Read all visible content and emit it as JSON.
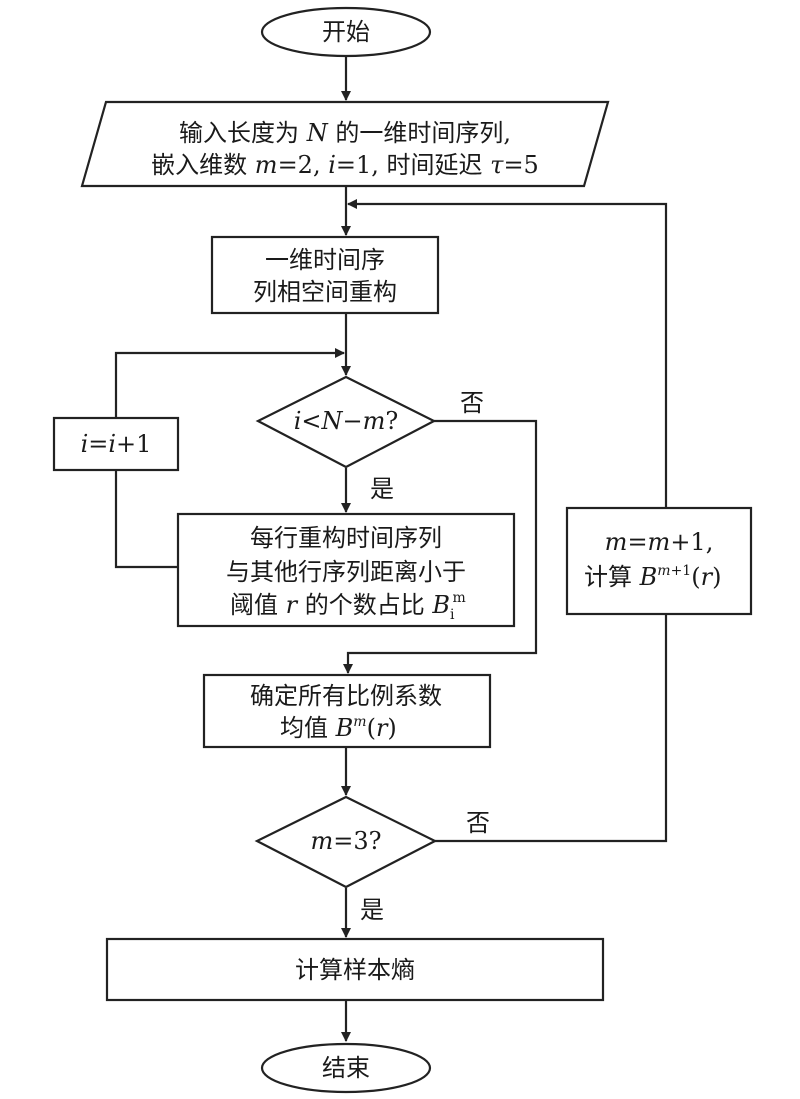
{
  "start": {
    "label": "开始"
  },
  "input": {
    "line1_pre": "输入长度为 ",
    "line1_var": "N",
    "line1_post": " 的一维时间序列,",
    "line2_a": "嵌入维数 ",
    "line2_m": "m",
    "line2_b": "=2, ",
    "line2_i": "i",
    "line2_c": "=1, 时间延迟 ",
    "line2_tau": "τ",
    "line2_d": "=5"
  },
  "reconstruct": {
    "line1": "一维时间序",
    "line2": "列相空间重构"
  },
  "decision1": {
    "i": "i",
    "lt": "<",
    "N": "N",
    "minus": "−",
    "m": "m",
    "q": "?"
  },
  "increment": {
    "i1": "i",
    "eq": "=",
    "i2": "i",
    "plus": "+1"
  },
  "ratio": {
    "line1": "每行重构时间序列",
    "line2": "与其他行序列距离小于",
    "line3_a": "阈值 ",
    "line3_r": "r",
    "line3_b": " 的个数占比 ",
    "line3_B": "B",
    "line3_sub": "i",
    "line3_sup": "m"
  },
  "mean": {
    "line1": "确定所有比例系数",
    "line2_a": "均值 ",
    "line2_B": "B",
    "line2_sup": "m",
    "line2_open": "(",
    "line2_r": "r",
    "line2_close": ")"
  },
  "decision2": {
    "m": "m",
    "rest": "=3?"
  },
  "update": {
    "line1_m1": "m",
    "line1_eq": "=",
    "line1_m2": "m",
    "line1_plus": "+1,",
    "line2_a": "计算  ",
    "line2_B": "B",
    "line2_sup_m": "m",
    "line2_sup_rest": "+1",
    "line2_open": "(",
    "line2_r": "r",
    "line2_close": ")"
  },
  "compute": {
    "label": "计算样本熵"
  },
  "end": {
    "label": "结束"
  },
  "edge_labels": {
    "yes": "是",
    "no": "否"
  }
}
